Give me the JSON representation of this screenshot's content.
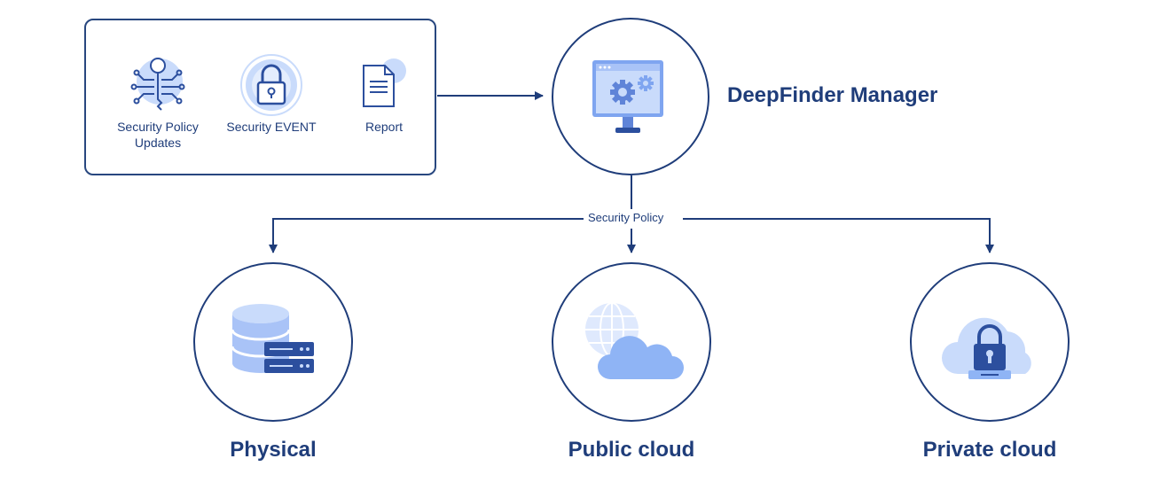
{
  "panel": {
    "items": [
      {
        "label_line1": "Security Policy",
        "label_line2": "Updates",
        "icon": "key-circuit-icon"
      },
      {
        "label_line1": "Security EVENT",
        "label_line2": "",
        "icon": "padlock-icon"
      },
      {
        "label_line1": "Report",
        "label_line2": "",
        "icon": "document-icon"
      }
    ]
  },
  "manager": {
    "label": "DeepFinder Manager",
    "icon": "monitor-gears-icon"
  },
  "connector": {
    "label": "Security Policy"
  },
  "targets": [
    {
      "label": "Physical",
      "icon": "database-server-icon"
    },
    {
      "label": "Public cloud",
      "icon": "globe-cloud-icon"
    },
    {
      "label": "Private cloud",
      "icon": "lock-cloud-icon"
    }
  ],
  "colors": {
    "stroke": "#1f3d7a",
    "icon_dark": "#2c4f9e",
    "icon_mid": "#7fa5f0",
    "icon_light": "#c9dbfb"
  }
}
